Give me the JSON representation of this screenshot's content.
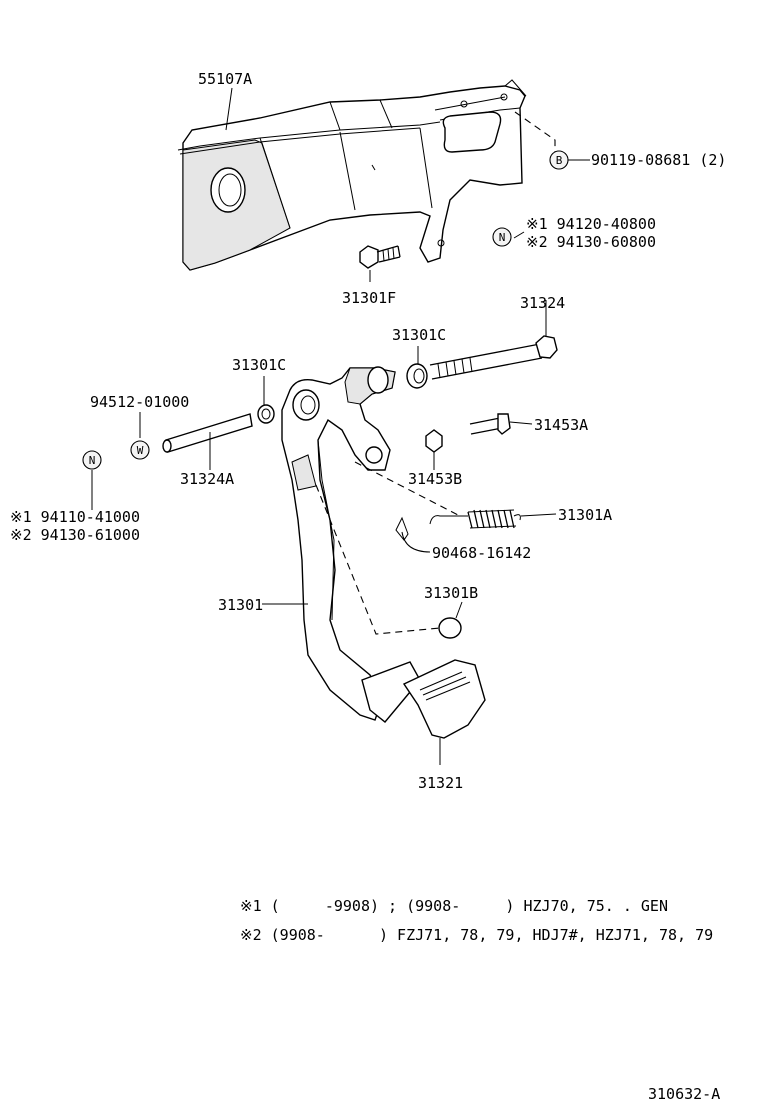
{
  "labels": {
    "bracket": "55107A",
    "bolt_upper": "31301F",
    "bushing_right": "31301C",
    "bushing_left": "31301C",
    "shaft_bolt": "31324",
    "collar_part": "94512-01000",
    "collar_shaft": "31324A",
    "bolt_small": "31453A",
    "nut_small": "31453B",
    "spring": "31301A",
    "clip": "90468-16142",
    "stopper": "31301B",
    "pedal_lever": "31301",
    "pedal_pad": "31321",
    "bracket_bolt": "90119-08681 (2)",
    "nut_right_1": "※1 94120-40800",
    "nut_right_2": "※2 94130-60800",
    "nut_left_1": "※1 94110-41000",
    "nut_left_2": "※2 94130-61000"
  },
  "symbols": {
    "b": "B",
    "n": "N",
    "w": "W"
  },
  "notes": {
    "note1": "※1 (     -9908) ; (9908-     ) HZJ70, 75. . GEN",
    "note2": "※2 (9908-      ) FZJ71, 78, 79, HDJ7#, HZJ71, 78, 79"
  },
  "drawing_number": "310632-A"
}
